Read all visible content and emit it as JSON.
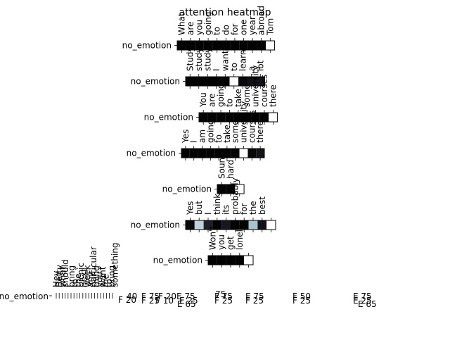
{
  "chart_data": {
    "type": "heatmap",
    "title": "attention heatmap",
    "cmap": [
      "#000000",
      "#1f1f2a",
      "#3b3b50",
      "#6b7a8c",
      "#a7c4cc",
      "#ffffff"
    ],
    "rows": [
      {
        "label": "no_emotion",
        "tokens": [
          "What",
          "are",
          "you",
          "going",
          "to",
          "do",
          "for",
          "one",
          "year",
          "abroad",
          "Tom"
        ],
        "weights": [
          0.02,
          0.02,
          0.02,
          0.02,
          0.02,
          0.02,
          0.02,
          0.02,
          0.02,
          0.02,
          1.0
        ]
      },
      {
        "label": "no_emotion",
        "tokens": [
          "Study",
          "study",
          "study",
          "I",
          "want",
          "to",
          "learn",
          "a",
          "lot"
        ],
        "weights": [
          0.02,
          0.02,
          0.02,
          0.02,
          0.02,
          1.0,
          0.05,
          0.1,
          0.12
        ]
      },
      {
        "label": "no_emotion",
        "tokens": [
          "You",
          "are",
          "going",
          "to",
          "take",
          "some",
          "university",
          "courses",
          "there"
        ],
        "weights": [
          0.02,
          0.02,
          0.02,
          0.02,
          0.02,
          0.02,
          0.02,
          0.02,
          1.0
        ]
      },
      {
        "label": "no_emotion",
        "tokens": [
          "Yes",
          "I",
          "am",
          "going",
          "to",
          "take",
          "some",
          "university",
          "courses",
          "there"
        ],
        "weights": [
          0.02,
          0.02,
          0.02,
          0.02,
          0.02,
          0.02,
          0.02,
          1.0,
          0.05,
          0.12
        ]
      },
      {
        "label": "no_emotion",
        "tokens": [
          "Sounds",
          "hard"
        ],
        "weights": [
          0.02,
          0.02,
          1.0
        ]
      },
      {
        "label": "no_emotion",
        "tokens": [
          "Yes",
          "but",
          "I",
          "think",
          "its",
          "probably",
          "for",
          "the",
          "best"
        ],
        "weights": [
          0.05,
          0.85,
          0.2,
          0.02,
          0.15,
          0.02,
          0.02,
          0.8,
          0.1,
          1.0
        ]
      },
      {
        "label": "no_emotion",
        "tokens": [
          "Won't",
          "you",
          "get",
          "lonely"
        ],
        "weights": [
          0.02,
          0.02,
          0.02,
          0.02,
          1.0
        ]
      },
      {
        "label": "no_emotion",
        "tokens": [
          "Hey",
          "Betty",
          "what",
          "should",
          "I",
          "bring",
          "to",
          "the",
          "picnic",
          "next",
          "week",
          "any",
          "particular",
          "thing",
          "you",
          "want",
          "me",
          "to",
          "bring",
          "something"
        ],
        "weights": []
      }
    ],
    "stray_tick_labels": [
      "40",
      "F 20",
      "F 75",
      "F 25",
      "F 20",
      "F 10",
      "E 75",
      "E 25",
      "E 65",
      "75",
      "F 75",
      "F 25",
      "E 75",
      "F 25",
      "F 50",
      "F 25",
      "E 75",
      "E 25",
      "E 65"
    ]
  }
}
